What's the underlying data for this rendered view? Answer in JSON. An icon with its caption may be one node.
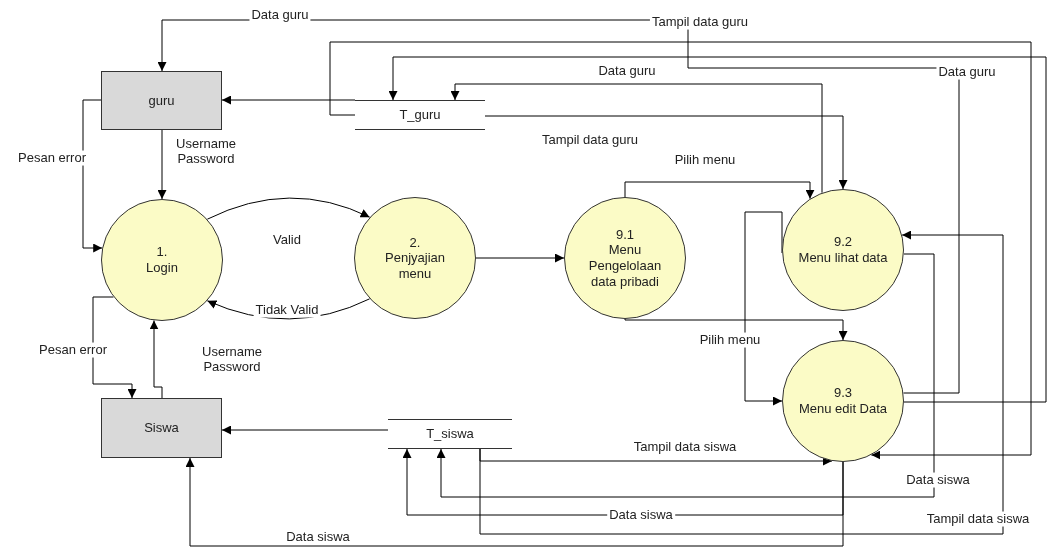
{
  "diagram": {
    "nodes": [
      {
        "text": [
          "guru"
        ]
      },
      {
        "text": [
          "T_guru"
        ]
      },
      {
        "text": [
          "1.",
          "Login"
        ]
      },
      {
        "text": [
          "2.",
          "Penjyajian menu"
        ]
      },
      {
        "text": [
          "9.1",
          "Menu Pengelolaan data pribadi"
        ]
      },
      {
        "text": [
          "9.2",
          "Menu lihat data"
        ]
      },
      {
        "text": [
          "Siswa"
        ]
      },
      {
        "text": [
          "T_siswa"
        ]
      },
      {
        "text": [
          "9.3",
          "Menu edit Data"
        ]
      }
    ],
    "edges": [
      {
        "from": 0,
        "to": 2,
        "arrow": "to",
        "label": "Username Password"
      },
      {
        "from": 0,
        "to": 2,
        "arrow": "to",
        "label": "Pesan error"
      },
      {
        "from": 2,
        "to": 3,
        "arrow": "to",
        "label": "Valid"
      },
      {
        "from": 3,
        "to": 2,
        "arrow": "to",
        "label": "Tidak Valid"
      },
      {
        "from": 2,
        "to": 6,
        "arrow": "to",
        "label": "Pesan error"
      },
      {
        "from": 6,
        "to": 2,
        "arrow": "to",
        "label": "Username Password"
      },
      {
        "from": 1,
        "to": 0,
        "arrow": "to"
      },
      {
        "from": 3,
        "to": 4,
        "arrow": "to"
      },
      {
        "from": 4,
        "to": 5,
        "arrow": "to",
        "label": "Pilih menu"
      },
      {
        "from": 4,
        "to": 8,
        "arrow": "to",
        "label": "Pilih menu"
      },
      {
        "from": 5,
        "to": 8,
        "arrow": "to"
      },
      {
        "from": 1,
        "to": 5,
        "arrow": "to",
        "label": "Tampil data guru"
      },
      {
        "from": 5,
        "to": 1,
        "arrow": "to",
        "label": "Data guru"
      },
      {
        "from": 8,
        "to": 0,
        "arrow": "to",
        "label": "Data guru"
      },
      {
        "from": 1,
        "to": 8,
        "arrow": "to",
        "label": "Tampil data guru"
      },
      {
        "from": 8,
        "to": 1,
        "arrow": "to",
        "label": "Data guru"
      },
      {
        "from": 7,
        "to": 6,
        "arrow": "to"
      },
      {
        "from": 7,
        "to": 8,
        "arrow": "to",
        "label": "Tampil data siswa"
      },
      {
        "from": 5,
        "to": 7,
        "arrow": "to",
        "label": "Data siswa"
      },
      {
        "from": 8,
        "to": 7,
        "arrow": "to",
        "label": "Data siswa"
      },
      {
        "from": 7,
        "to": 5,
        "arrow": "to",
        "label": "Tampil data siswa"
      },
      {
        "from": 8,
        "to": 6,
        "arrow": "to",
        "label": "Data siswa"
      }
    ]
  }
}
